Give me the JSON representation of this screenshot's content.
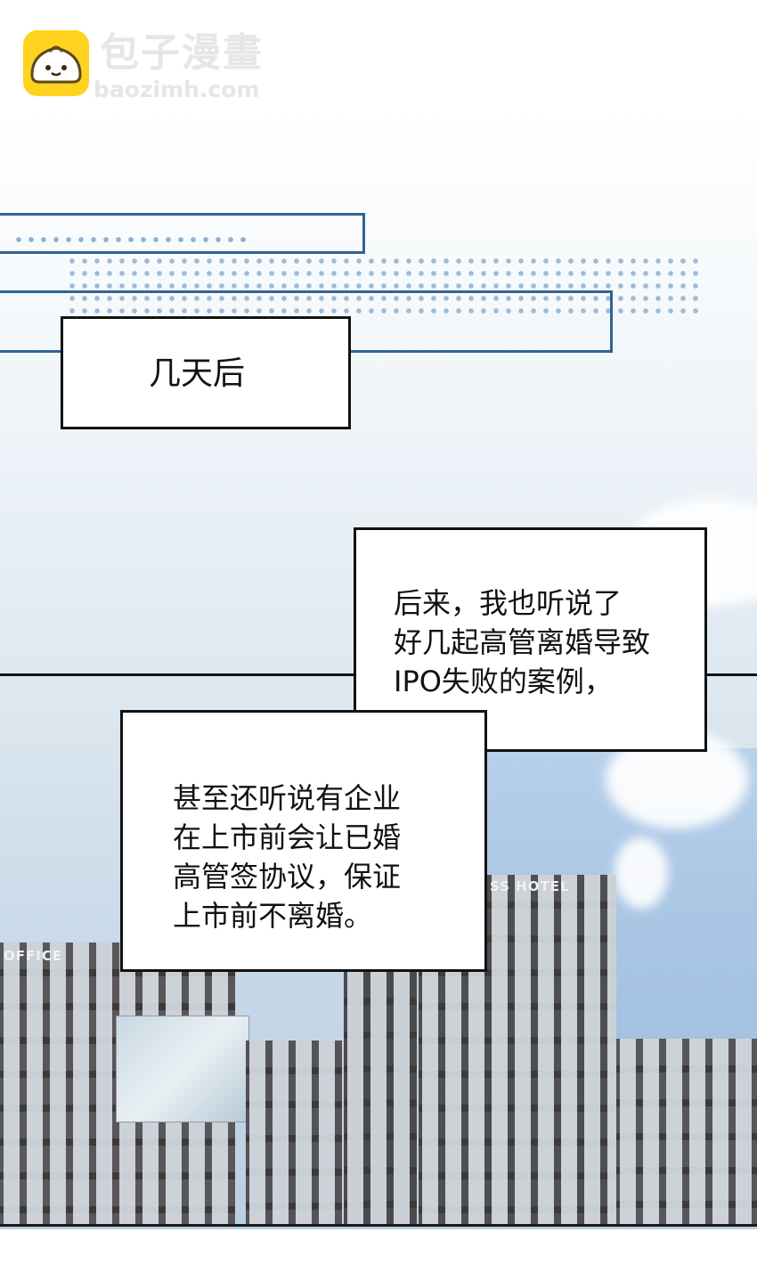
{
  "watermark": {
    "brand": "包子漫畫",
    "url": "baozimh.com"
  },
  "caption_time": "几天后",
  "narration_1": {
    "lines": [
      "后来，我也听说了",
      "好几起高管离婚导致",
      "IPO失败的案例，"
    ]
  },
  "narration_2": {
    "lines": [
      "甚至还听说有企业",
      "在上市前会让已婚",
      "高管签协议，保证",
      "上市前不离婚。"
    ]
  },
  "building_signs": {
    "left": "OFFICE",
    "right": "SS HOTEL"
  },
  "colors": {
    "frame_blue": "#2e6395",
    "logo_yellow": "#ffd21f",
    "ink": "#111111"
  }
}
